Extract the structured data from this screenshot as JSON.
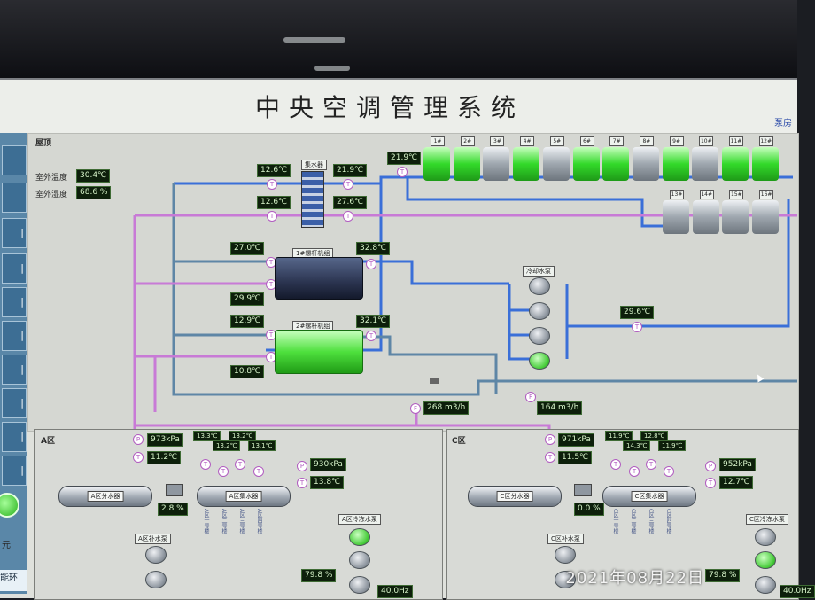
{
  "window": {
    "title": "中央空调管理系统",
    "corner_text": "泵房"
  },
  "nav": {
    "buttons": [
      "",
      "",
      "",
      "",
      "",
      "",
      "",
      "",
      "",
      "",
      "",
      "",
      ""
    ],
    "bottom": "能环",
    "bottom_left": "元"
  },
  "roof": {
    "label": "屋顶",
    "outdoor_temp_label": "室外温度",
    "outdoor_temp": "30.4℃",
    "outdoor_humidity_label": "室外湿度",
    "outdoor_humidity": "68.6 %"
  },
  "collector": {
    "label": "集水器"
  },
  "temps": {
    "header_sup_left": "12.6℃",
    "header_sup_right": "21.9℃",
    "header_ret_left": "12.6℃",
    "header_ret_right": "27.6℃",
    "tower_out": "21.9℃",
    "ch1_left_top": "27.0℃",
    "ch1_right_top": "32.8℃",
    "ch1_left_bottom": "29.9℃",
    "ch2_left_top": "12.9℃",
    "ch2_right_top": "32.1℃",
    "ch2_left_bottom": "10.8℃",
    "cooling_return": "29.6℃"
  },
  "chillers": {
    "ch1_label": "1#螺杆机组",
    "ch2_label": "2#螺杆机组",
    "ch1_color": "#34405e",
    "ch2_color": "#4ee03d"
  },
  "cooling_pumps": {
    "label": "冷却水泵"
  },
  "towers": {
    "row1": [
      {
        "id": "1#",
        "state": "on"
      },
      {
        "id": "2#",
        "state": "on"
      },
      {
        "id": "3#",
        "state": "off"
      },
      {
        "id": "4#",
        "state": "on"
      },
      {
        "id": "5#",
        "state": "off"
      },
      {
        "id": "6#",
        "state": "on"
      },
      {
        "id": "7#",
        "state": "on"
      },
      {
        "id": "8#",
        "state": "off"
      },
      {
        "id": "9#",
        "state": "on"
      },
      {
        "id": "10#",
        "state": "off"
      },
      {
        "id": "11#",
        "state": "on"
      },
      {
        "id": "12#",
        "state": "on"
      }
    ],
    "row2": [
      {
        "id": "13#",
        "state": "off"
      },
      {
        "id": "14#",
        "state": "off"
      },
      {
        "id": "15#",
        "state": "off"
      },
      {
        "id": "16#",
        "state": "off"
      }
    ]
  },
  "flows": {
    "flow1": "268 m3/h",
    "flow2": "164 m3/h"
  },
  "zoneA": {
    "label": "A区",
    "pressure1": "973kPa",
    "temp1": "11.2℃",
    "pressure2": "930kPa",
    "temp2": "13.8℃",
    "branch_temps": [
      "13.3℃",
      "13.2℃",
      "13.2℃",
      "13.1℃"
    ],
    "tank1": "A区分水器",
    "tank2": "A区集水器",
    "percent1": "2.8 %",
    "percent2": "79.8 %",
    "freq": "40.0Hz",
    "pumps_label": "A区补水泵",
    "circ_pumps_label": "A区冷冻水泵",
    "branches": [
      "A区一号楼",
      "A区二号楼",
      "A区三号楼",
      "A区四号楼"
    ]
  },
  "zoneC": {
    "label": "C区",
    "pressure1": "971kPa",
    "temp1": "11.5℃",
    "pressure2": "952kPa",
    "temp2": "12.7℃",
    "branch_temps": [
      "11.9℃",
      "14.3℃",
      "12.8℃",
      "11.9℃"
    ],
    "tank1": "C区分水器",
    "tank2": "C区集水器",
    "percent1": "0.0 %",
    "percent2": "79.8 %",
    "freq": "40.0Hz",
    "pumps_label": "C区补水泵",
    "circ_pumps_label": "C区冷冻水泵",
    "branches": [
      "C区一号楼",
      "C区二号楼",
      "C区三号楼",
      "C区四号楼"
    ]
  },
  "timestamp": "2021年08月22日",
  "colors": {
    "supply": "#3a6fd8",
    "return": "#c87ad6",
    "chilled": "#5e86a6",
    "panel": "#d5d7d2"
  }
}
